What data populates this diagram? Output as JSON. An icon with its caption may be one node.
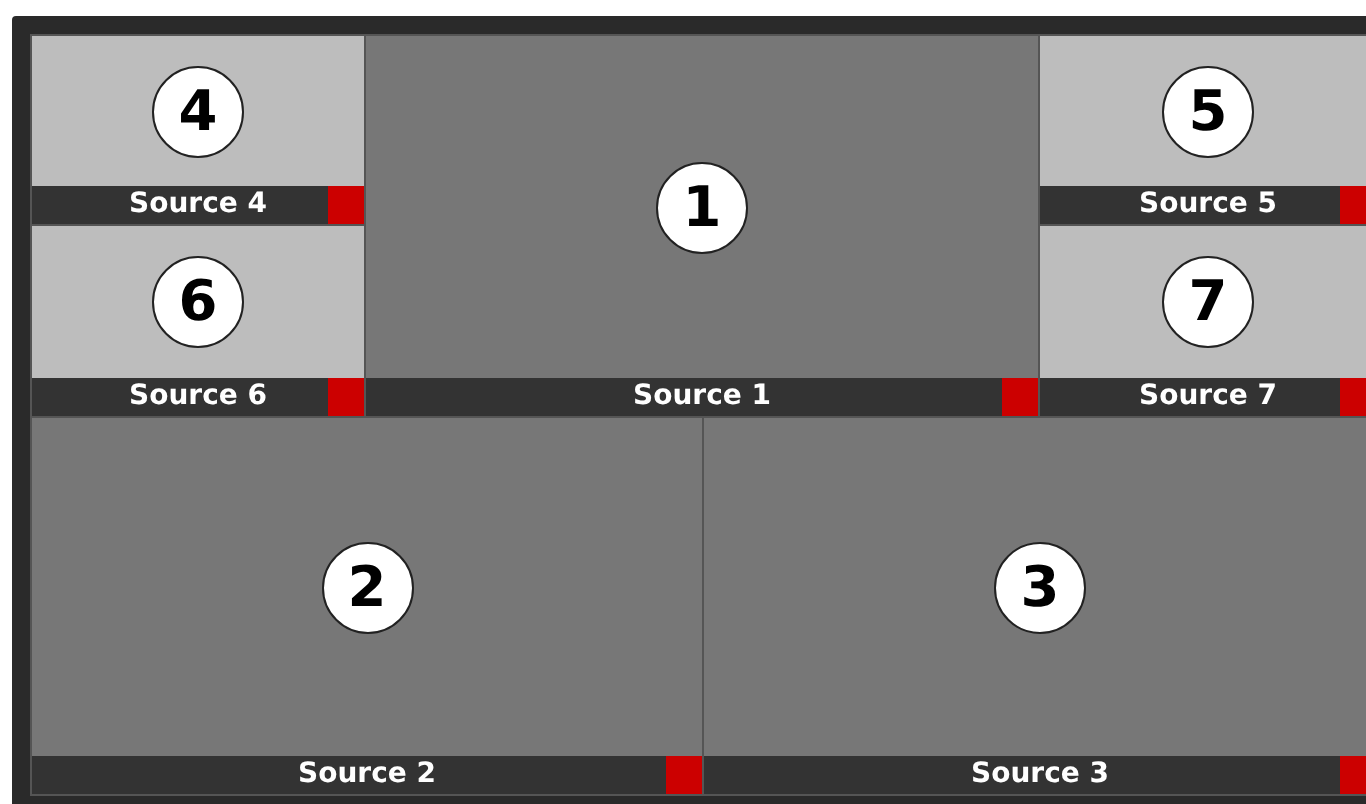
{
  "diagram": {
    "nodes": [
      {
        "text": [
          "Source 4"
        ]
      },
      {
        "text": [
          "4"
        ],
        "in": 0
      },
      {
        "text": [
          "Source 1"
        ]
      },
      {
        "text": [
          "1"
        ],
        "in": 2
      },
      {
        "text": [
          "Source 5"
        ]
      },
      {
        "text": [
          "5"
        ],
        "in": 4
      },
      {
        "text": [
          "Source 6"
        ]
      },
      {
        "text": [
          "6"
        ],
        "in": 6
      },
      {
        "text": [
          "Source 7"
        ]
      },
      {
        "text": [
          "7"
        ],
        "in": 8
      },
      {
        "text": [
          "Source 2"
        ]
      },
      {
        "text": [
          "2"
        ],
        "in": 10
      },
      {
        "text": [
          "Source 3"
        ]
      },
      {
        "text": [
          "3"
        ],
        "in": 12
      }
    ]
  }
}
